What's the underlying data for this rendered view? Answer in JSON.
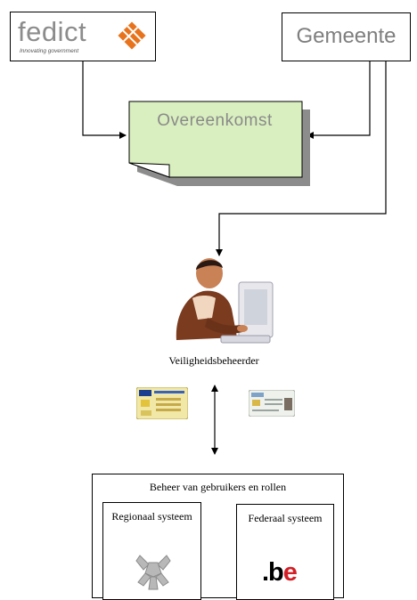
{
  "fedict": {
    "name": "fedict",
    "tagline": "Innovating government"
  },
  "gemeente": {
    "label": "Gemeente"
  },
  "overeenkomst": {
    "label": "Overeenkomst"
  },
  "veiligheidsbeheerder": {
    "label": "Veiligheidsbeheerder"
  },
  "beheer": {
    "title": "Beheer van gebruikers en rollen",
    "regionaal": {
      "label": "Regionaal systeem"
    },
    "federaal": {
      "label": "Federaal systeem",
      "logo": ".be"
    }
  },
  "colors": {
    "note_fill": "#d9efbf",
    "note_shadow": "#8c8c8c",
    "fedict_orange": "#e8731d",
    "be_red": "#d21f26"
  }
}
